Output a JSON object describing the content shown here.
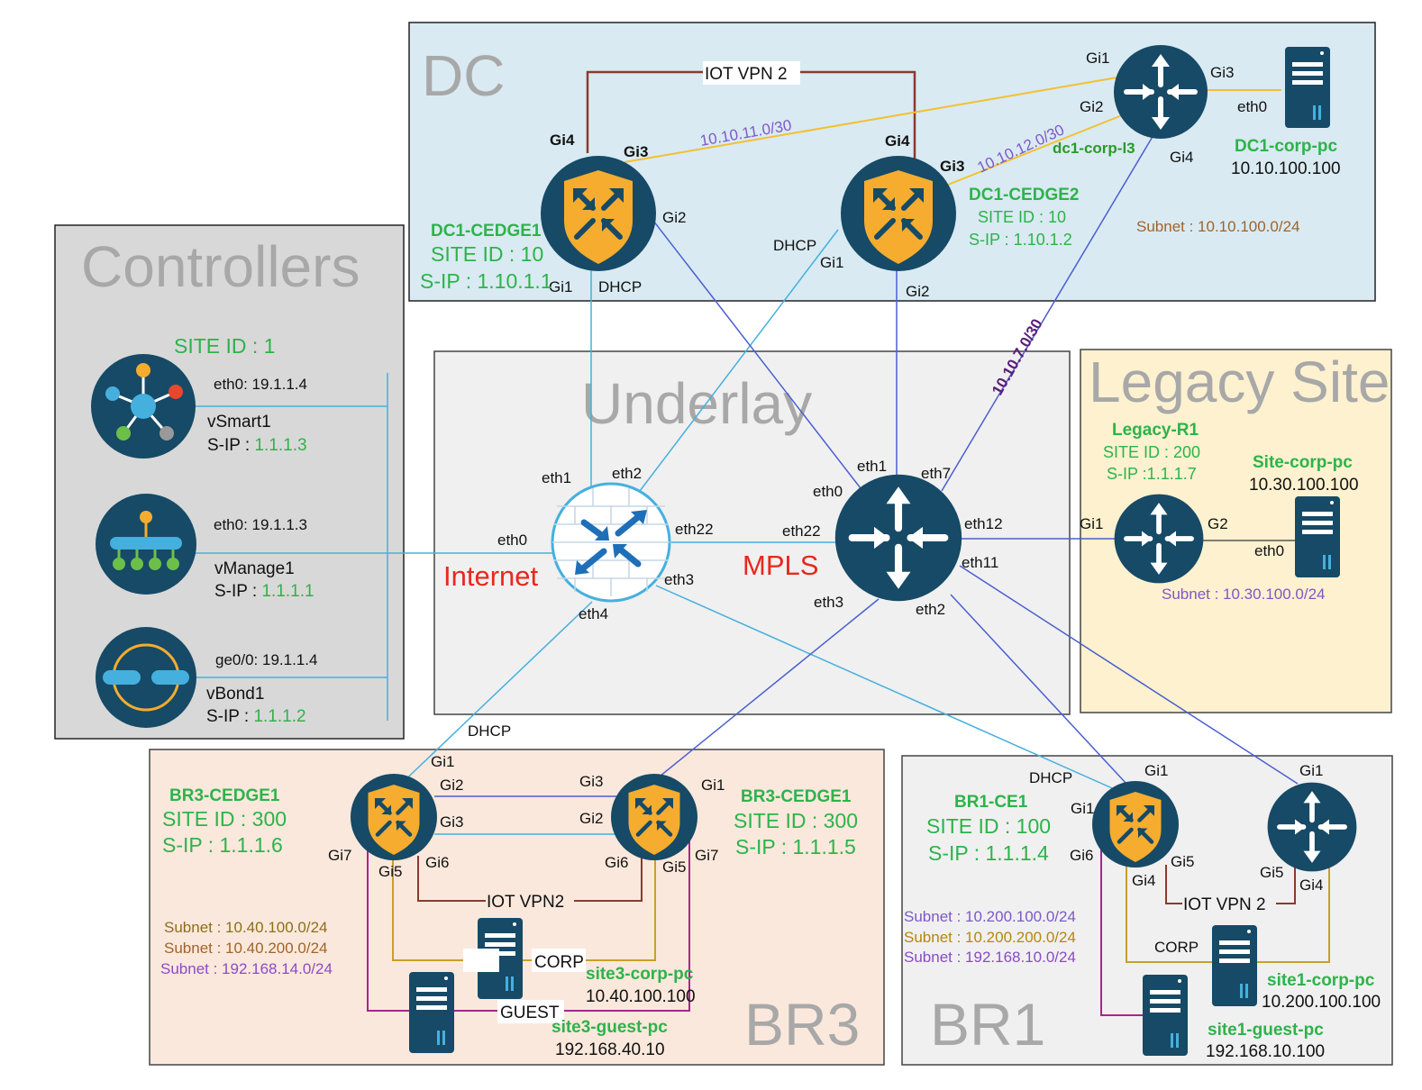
{
  "zones": {
    "dc": "DC",
    "controllers": "Controllers",
    "underlay": "Underlay",
    "legacy": "Legacy Site",
    "br3": "BR3",
    "br1": "BR1"
  },
  "controllers": {
    "site": "SITE ID : 1",
    "vsmart": {
      "iface": "eth0: 19.1.1.4",
      "name": "vSmart1",
      "sip_label": "S-IP : ",
      "sip": "1.1.1.3"
    },
    "vmanage": {
      "iface": "eth0: 19.1.1.3",
      "name": "vManage1",
      "sip_label": "S-IP : ",
      "sip": "1.1.1.1"
    },
    "vbond": {
      "iface": "ge0/0: 19.1.1.4",
      "name": "vBond1",
      "sip_label": "S-IP : ",
      "sip": "1.1.1.2"
    }
  },
  "dc": {
    "iot_vpn": "IOT VPN 2",
    "cedge1": {
      "name": "DC1-CEDGE1",
      "site": "SITE ID : 10",
      "sip": "S-IP : 1.10.1.1",
      "gi1": "Gi1",
      "gi2": "Gi2",
      "gi3": "Gi3",
      "gi4": "Gi4",
      "dhcp": "DHCP"
    },
    "cedge2": {
      "name": "DC1-CEDGE2",
      "site": "SITE ID : 10",
      "sip": "S-IP : 1.10.1.2",
      "gi1": "Gi1",
      "gi2": "Gi2",
      "gi3": "Gi3",
      "gi4": "Gi4",
      "dhcp": "DHCP"
    },
    "l3": {
      "name": "dc1-corp-l3",
      "gi1": "Gi1",
      "gi2": "Gi2",
      "gi3": "Gi3",
      "gi4": "Gi4",
      "eth0": "eth0"
    },
    "subnet_a": "10.10.11.0/30",
    "subnet_b": "10.10.12.0/30",
    "subnet_c": "10.10.7.0/30",
    "pc": {
      "name": "DC1-corp-pc",
      "ip": "10.10.100.100"
    },
    "subnet": "Subnet : 10.10.100.0/24"
  },
  "underlay": {
    "internet": "Internet",
    "mpls": "MPLS",
    "fw": {
      "eth0": "eth0",
      "eth1": "eth1",
      "eth2": "eth2",
      "eth22": "eth22",
      "eth3": "eth3",
      "eth4": "eth4"
    },
    "mp": {
      "eth0": "eth0",
      "eth1": "eth1",
      "eth7": "eth7",
      "eth22": "eth22",
      "eth12": "eth12",
      "eth11": "eth11",
      "eth3": "eth3",
      "eth2": "eth2"
    }
  },
  "legacy": {
    "router": {
      "name": "Legacy-R1",
      "site": "SITE ID : 200",
      "sip": "S-IP :1.1.1.7",
      "gi1": "Gi1",
      "g2": "G2",
      "eth0": "eth0"
    },
    "pc": {
      "name": "Site-corp-pc",
      "ip": "10.30.100.100"
    },
    "subnet": "Subnet : 10.30.100.0/24"
  },
  "br3": {
    "dhcp": "DHCP",
    "cedge1": {
      "name": "BR3-CEDGE1",
      "site": "SITE ID : 300",
      "sip": "S-IP : 1.1.1.6",
      "gi1": "Gi1",
      "gi2": "Gi2",
      "gi3": "Gi3",
      "gi5": "Gi5",
      "gi6": "Gi6",
      "gi7": "Gi7"
    },
    "cedge2": {
      "name": "BR3-CEDGE1",
      "site": "SITE ID : 300",
      "sip": "S-IP : 1.1.1.5",
      "gi1": "Gi1",
      "gi2": "Gi2",
      "gi3": "Gi3",
      "gi5": "Gi5",
      "gi6": "Gi6",
      "gi7": "Gi7"
    },
    "iot_vpn": "IOT VPN2",
    "corp": "CORP",
    "guest": "GUEST",
    "subnets": [
      "Subnet : 10.40.100.0/24",
      "Subnet : 10.40.200.0/24",
      "Subnet : 192.168.14.0/24"
    ],
    "corp_pc": {
      "name": "site3-corp-pc",
      "ip": "10.40.100.100"
    },
    "guest_pc": {
      "name": "site3-guest-pc",
      "ip": "192.168.40.10"
    }
  },
  "br1": {
    "dhcp": "DHCP",
    "ce1": {
      "name": "BR1-CE1",
      "site": "SITE ID : 100",
      "sip": "S-IP : 1.1.1.4",
      "gi1a": "Gi1",
      "gi1b": "Gi1",
      "gi4": "Gi4",
      "gi5": "Gi5",
      "gi6": "Gi6"
    },
    "router": {
      "gi1": "Gi1",
      "gi4": "Gi4",
      "gi5": "Gi5"
    },
    "iot_vpn": "IOT VPN 2",
    "corp": "CORP",
    "subnets": [
      "Subnet : 10.200.100.0/24",
      "Subnet : 10.200.200.0/24",
      "Subnet : 192.168.10.0/24"
    ],
    "corp_pc": {
      "name": "site1-corp-pc",
      "ip": "10.200.100.100"
    },
    "guest_pc": {
      "name": "site1-guest-pc",
      "ip": "192.168.10.100"
    }
  },
  "colors": {
    "dc_bg": "#d9eaf2",
    "ctrl_bg": "#d8d8d8",
    "underlay_bg": "#f0f0f0",
    "legacy_bg": "#fdf1cf",
    "br3_bg": "#fbe8dc",
    "br1_bg": "#f0f0f0",
    "device": "#164a66",
    "shield": "#f5ac2f",
    "link_light": "#45b0de",
    "link_dark": "#4a5fd1",
    "link_yellow": "#f2c130",
    "link_brown": "#8b3a2e",
    "link_purple": "#a8258f",
    "link_gold": "#c9a027",
    "green": "#2db34a"
  }
}
